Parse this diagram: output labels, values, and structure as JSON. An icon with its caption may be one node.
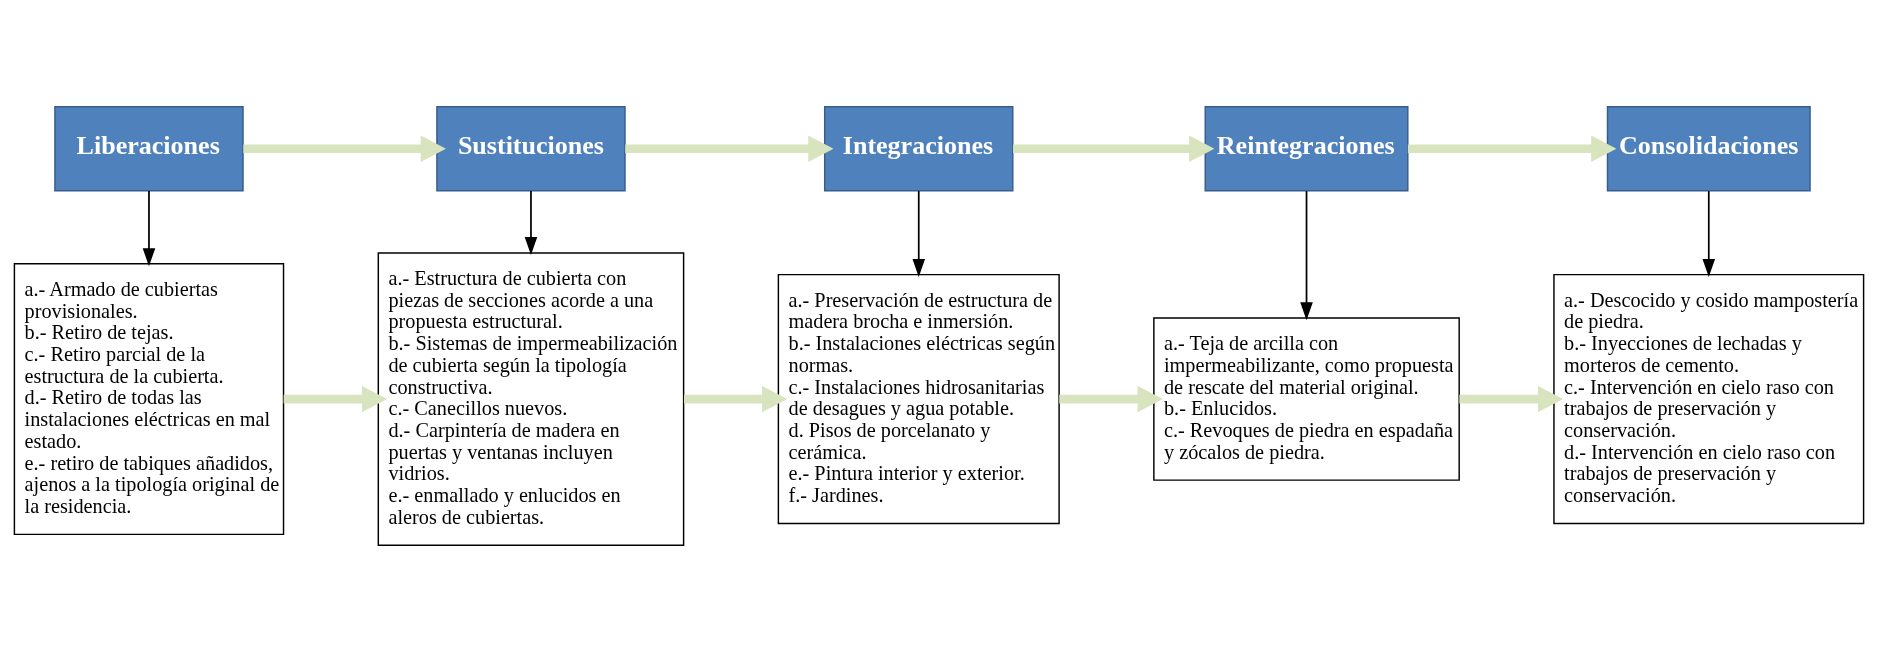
{
  "diagram": {
    "nodes": [
      {
        "text": [
          "Liberaciones"
        ]
      },
      {
        "text": [
          "Sustituciones"
        ]
      },
      {
        "text": [
          "Integraciones"
        ]
      },
      {
        "text": [
          "Reintegraciones"
        ]
      },
      {
        "text": [
          "Consolidaciones"
        ]
      },
      {
        "text": [
          "a.- Armado de cubiertas provisionales.",
          "b.- Retiro de tejas.",
          "c.- Retiro parcial de la estructura de la cubierta.",
          "d.- Retiro de todas las instalaciones eléctricas en mal estado.",
          "e.- retiro de tabiques añadidos, ajenos a la tipología original de la residencia."
        ]
      },
      {
        "text": [
          "a.- Estructura de cubierta con piezas de secciones acorde a una propuesta estructural.",
          "b.- Sistemas de impermeabilización de cubierta según la tipología constructiva.",
          "c.- Canecillos nuevos.",
          "d.- Carpintería de madera en puertas y ventanas incluyen vidrios.",
          "e.- enmallado y enlucidos en aleros de cubiertas."
        ]
      },
      {
        "text": [
          "a.- Preservación de estructura de madera brocha e inmersión.",
          "b.- Instalaciones eléctricas según normas.",
          "c.- Instalaciones hidrosanitarias de desagues y agua potable.",
          "d. Pisos de porcelanato y cerámica.",
          "e.- Pintura interior y exterior.",
          "f.- Jardines."
        ]
      },
      {
        "text": [
          "a.- Teja de arcilla con impermeabilizante, como propuesta de rescate del material original.",
          "b.- Enlucidos.",
          "c.- Revoques de piedra en espadaña y zócalos de piedra."
        ]
      },
      {
        "text": [
          "a.- Descocido y cosido mampostería de piedra.",
          "b.- Inyecciones de lechadas y morteros de cemento.",
          "c.- Intervención en cielo raso con trabajos de preservación y conservación.",
          "d.- Intervención en cielo raso con trabajos de preservación y conservación."
        ]
      }
    ],
    "edges": [
      {
        "from": 0,
        "to": 1,
        "arrow": "to"
      },
      {
        "from": 1,
        "to": 2,
        "arrow": "to"
      },
      {
        "from": 2,
        "to": 3,
        "arrow": "to"
      },
      {
        "from": 3,
        "to": 4,
        "arrow": "to"
      },
      {
        "from": 0,
        "to": 5,
        "arrow": "to",
        "color": "#000000"
      },
      {
        "from": 1,
        "to": 6,
        "arrow": "to",
        "color": "#000000"
      },
      {
        "from": 2,
        "to": 7,
        "arrow": "to",
        "color": "#000000"
      },
      {
        "from": 3,
        "to": 8,
        "arrow": "to",
        "color": "#000000"
      },
      {
        "from": 4,
        "to": 9,
        "arrow": "to",
        "color": "#000000"
      },
      {
        "from": 5,
        "to": 6,
        "arrow": "to"
      },
      {
        "from": 6,
        "to": 7,
        "arrow": "to"
      },
      {
        "from": 7,
        "to": 8,
        "arrow": "to"
      },
      {
        "from": 8,
        "to": 9,
        "arrow": "to"
      }
    ]
  }
}
